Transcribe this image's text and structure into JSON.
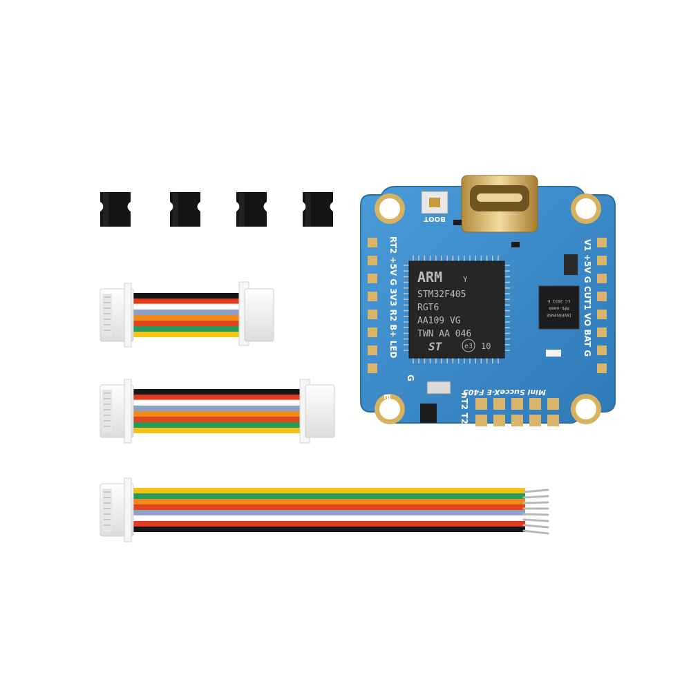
{
  "colors": {
    "background": "#ffffff",
    "pcb": "#3c8fd0",
    "pcb_dark": "#2d73ad",
    "pad": "#d8b56a",
    "grommet": "#151515",
    "connector": "#f1f1f1"
  },
  "icons": {
    "grommet": "rubber-grommet",
    "usb": "usb-c-port",
    "cable": "jst-cable"
  },
  "product": {
    "name": "Mini SucceX-E F405"
  },
  "mcu": {
    "brand": "ARM",
    "mark": "Y",
    "model": "STM32F405",
    "suffix": "RGT6",
    "code1": "AA109 VG",
    "code2": "TWN AA 046",
    "e3": "e3",
    "num": "10"
  },
  "gyro": {
    "line1": "INVENSENSE",
    "line2": "MPU-6000",
    "line3": "LC 2031 E"
  },
  "labels": {
    "boot": "BOOT",
    "left_pads": "RT2 +5V G 3V3 R2 B+ LED",
    "left_bottom": "E.",
    "left_g": "G",
    "right_pads": "V1 +5V G CUT1 VO BAT G",
    "bottom": "nT2 T2"
  },
  "grommets_count": 4,
  "cables": [
    {
      "name": "short",
      "wires": [
        "#151515",
        "#e03a1f",
        "#ffffff",
        "#8ea0c8",
        "#f28a1a",
        "#e0451c",
        "#2a9a5a",
        "#f2c418"
      ]
    },
    {
      "name": "medium",
      "wires": [
        "#151515",
        "#e03a1f",
        "#ffffff",
        "#8ea0c8",
        "#f28a1a",
        "#e0451c",
        "#2a9a5a",
        "#f2c418"
      ]
    },
    {
      "name": "long",
      "wires": [
        "#f2c418",
        "#2a9a5a",
        "#f28a1a",
        "#e0451c",
        "#8ea0c8",
        "#ffffff",
        "#e03a1f",
        "#151515"
      ]
    }
  ]
}
